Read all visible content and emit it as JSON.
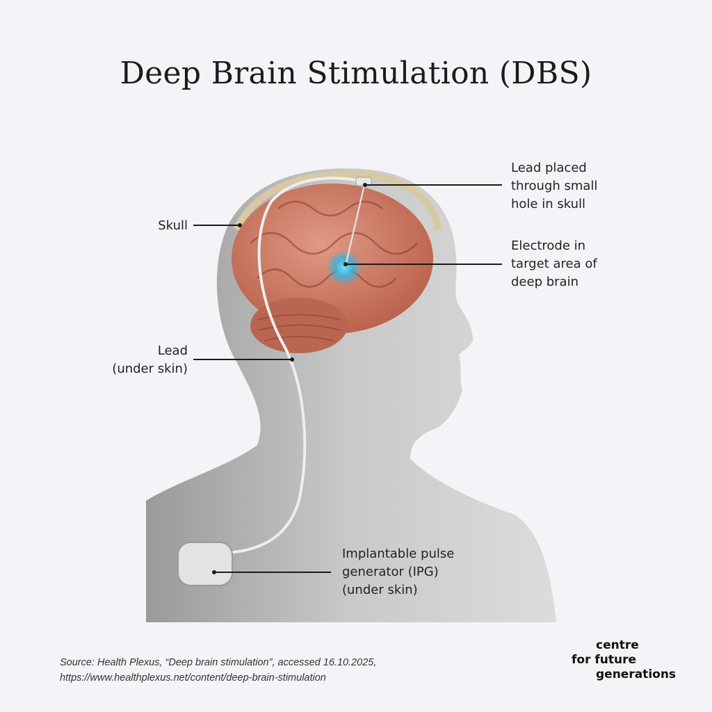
{
  "title": "Deep Brain Stimulation (DBS)",
  "labels": {
    "lead_placed": [
      "Lead placed",
      "through small",
      "hole in skull"
    ],
    "electrode": [
      "Electrode in",
      "target area of",
      "deep brain"
    ],
    "skull": [
      "Skull"
    ],
    "lead": [
      "Lead",
      "(under skin)"
    ],
    "ipg": [
      "Implantable pulse",
      "generator (IPG)",
      "(under skin)"
    ]
  },
  "source": {
    "line1": "Source: Health Plexus, “Deep brain stimulation”, accessed 16.10.2025,",
    "line2": "https://www.healthplexus.net/content/deep-brain-stimulation"
  },
  "logo": [
    "centre",
    "for future",
    "generations"
  ],
  "colors": {
    "background": "#f4f4f8",
    "brain": "#c8735e",
    "electrode_glow": "#29b6e8",
    "skin": "#b8b8b8"
  }
}
